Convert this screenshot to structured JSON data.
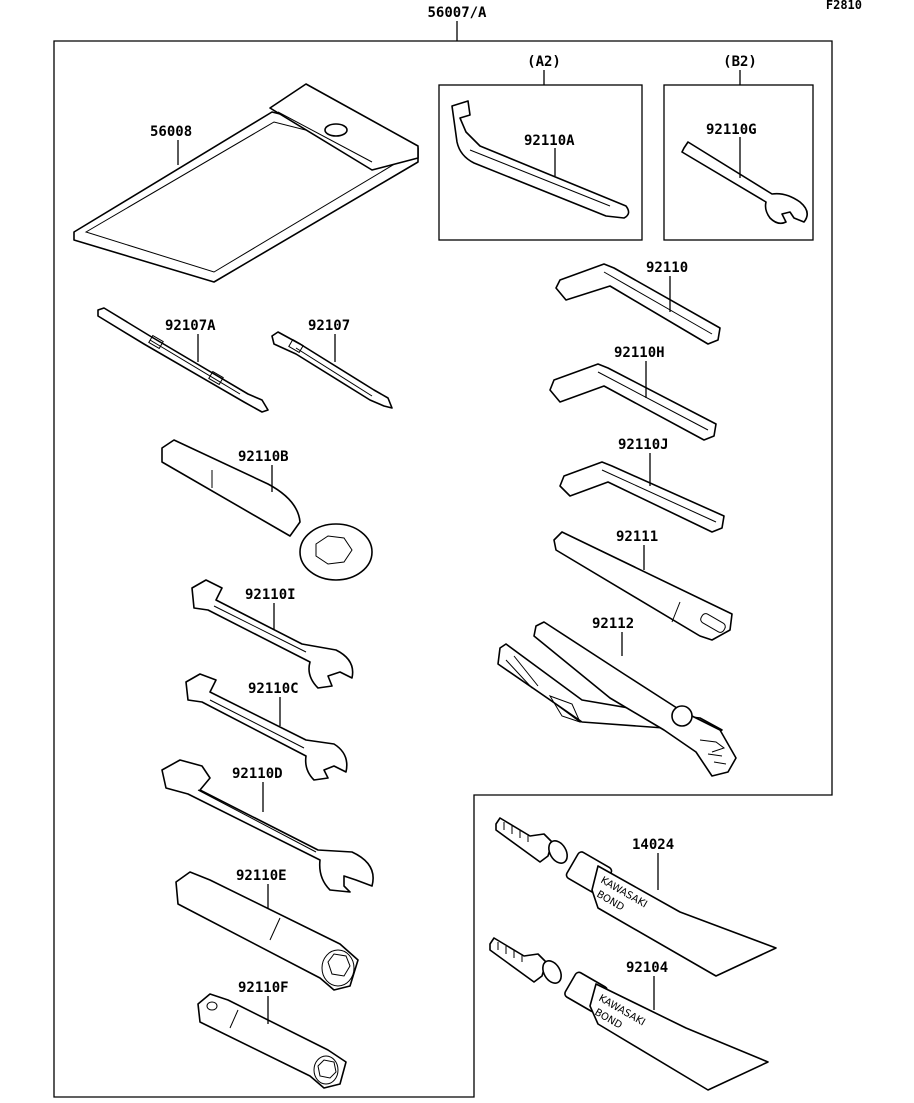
{
  "diagram": {
    "figure_id": "F2810",
    "assembly_label": "56007/A",
    "group_a2_label": "(A2)",
    "group_b2_label": "(B2)",
    "tube_brand": "KAWASAKI",
    "tube_text": "BOND",
    "parts": {
      "p56008": "56008",
      "p92110A": "92110A",
      "p92110G": "92110G",
      "p92110": "92110",
      "p92107A": "92107A",
      "p92107": "92107",
      "p92110H": "92110H",
      "p92110B": "92110B",
      "p92110J": "92110J",
      "p92111": "92111",
      "p92110I": "92110I",
      "p92112": "92112",
      "p92110C": "92110C",
      "p92110D": "92110D",
      "p14024": "14024",
      "p92110E": "92110E",
      "p92104": "92104",
      "p92110F": "92110F"
    }
  }
}
